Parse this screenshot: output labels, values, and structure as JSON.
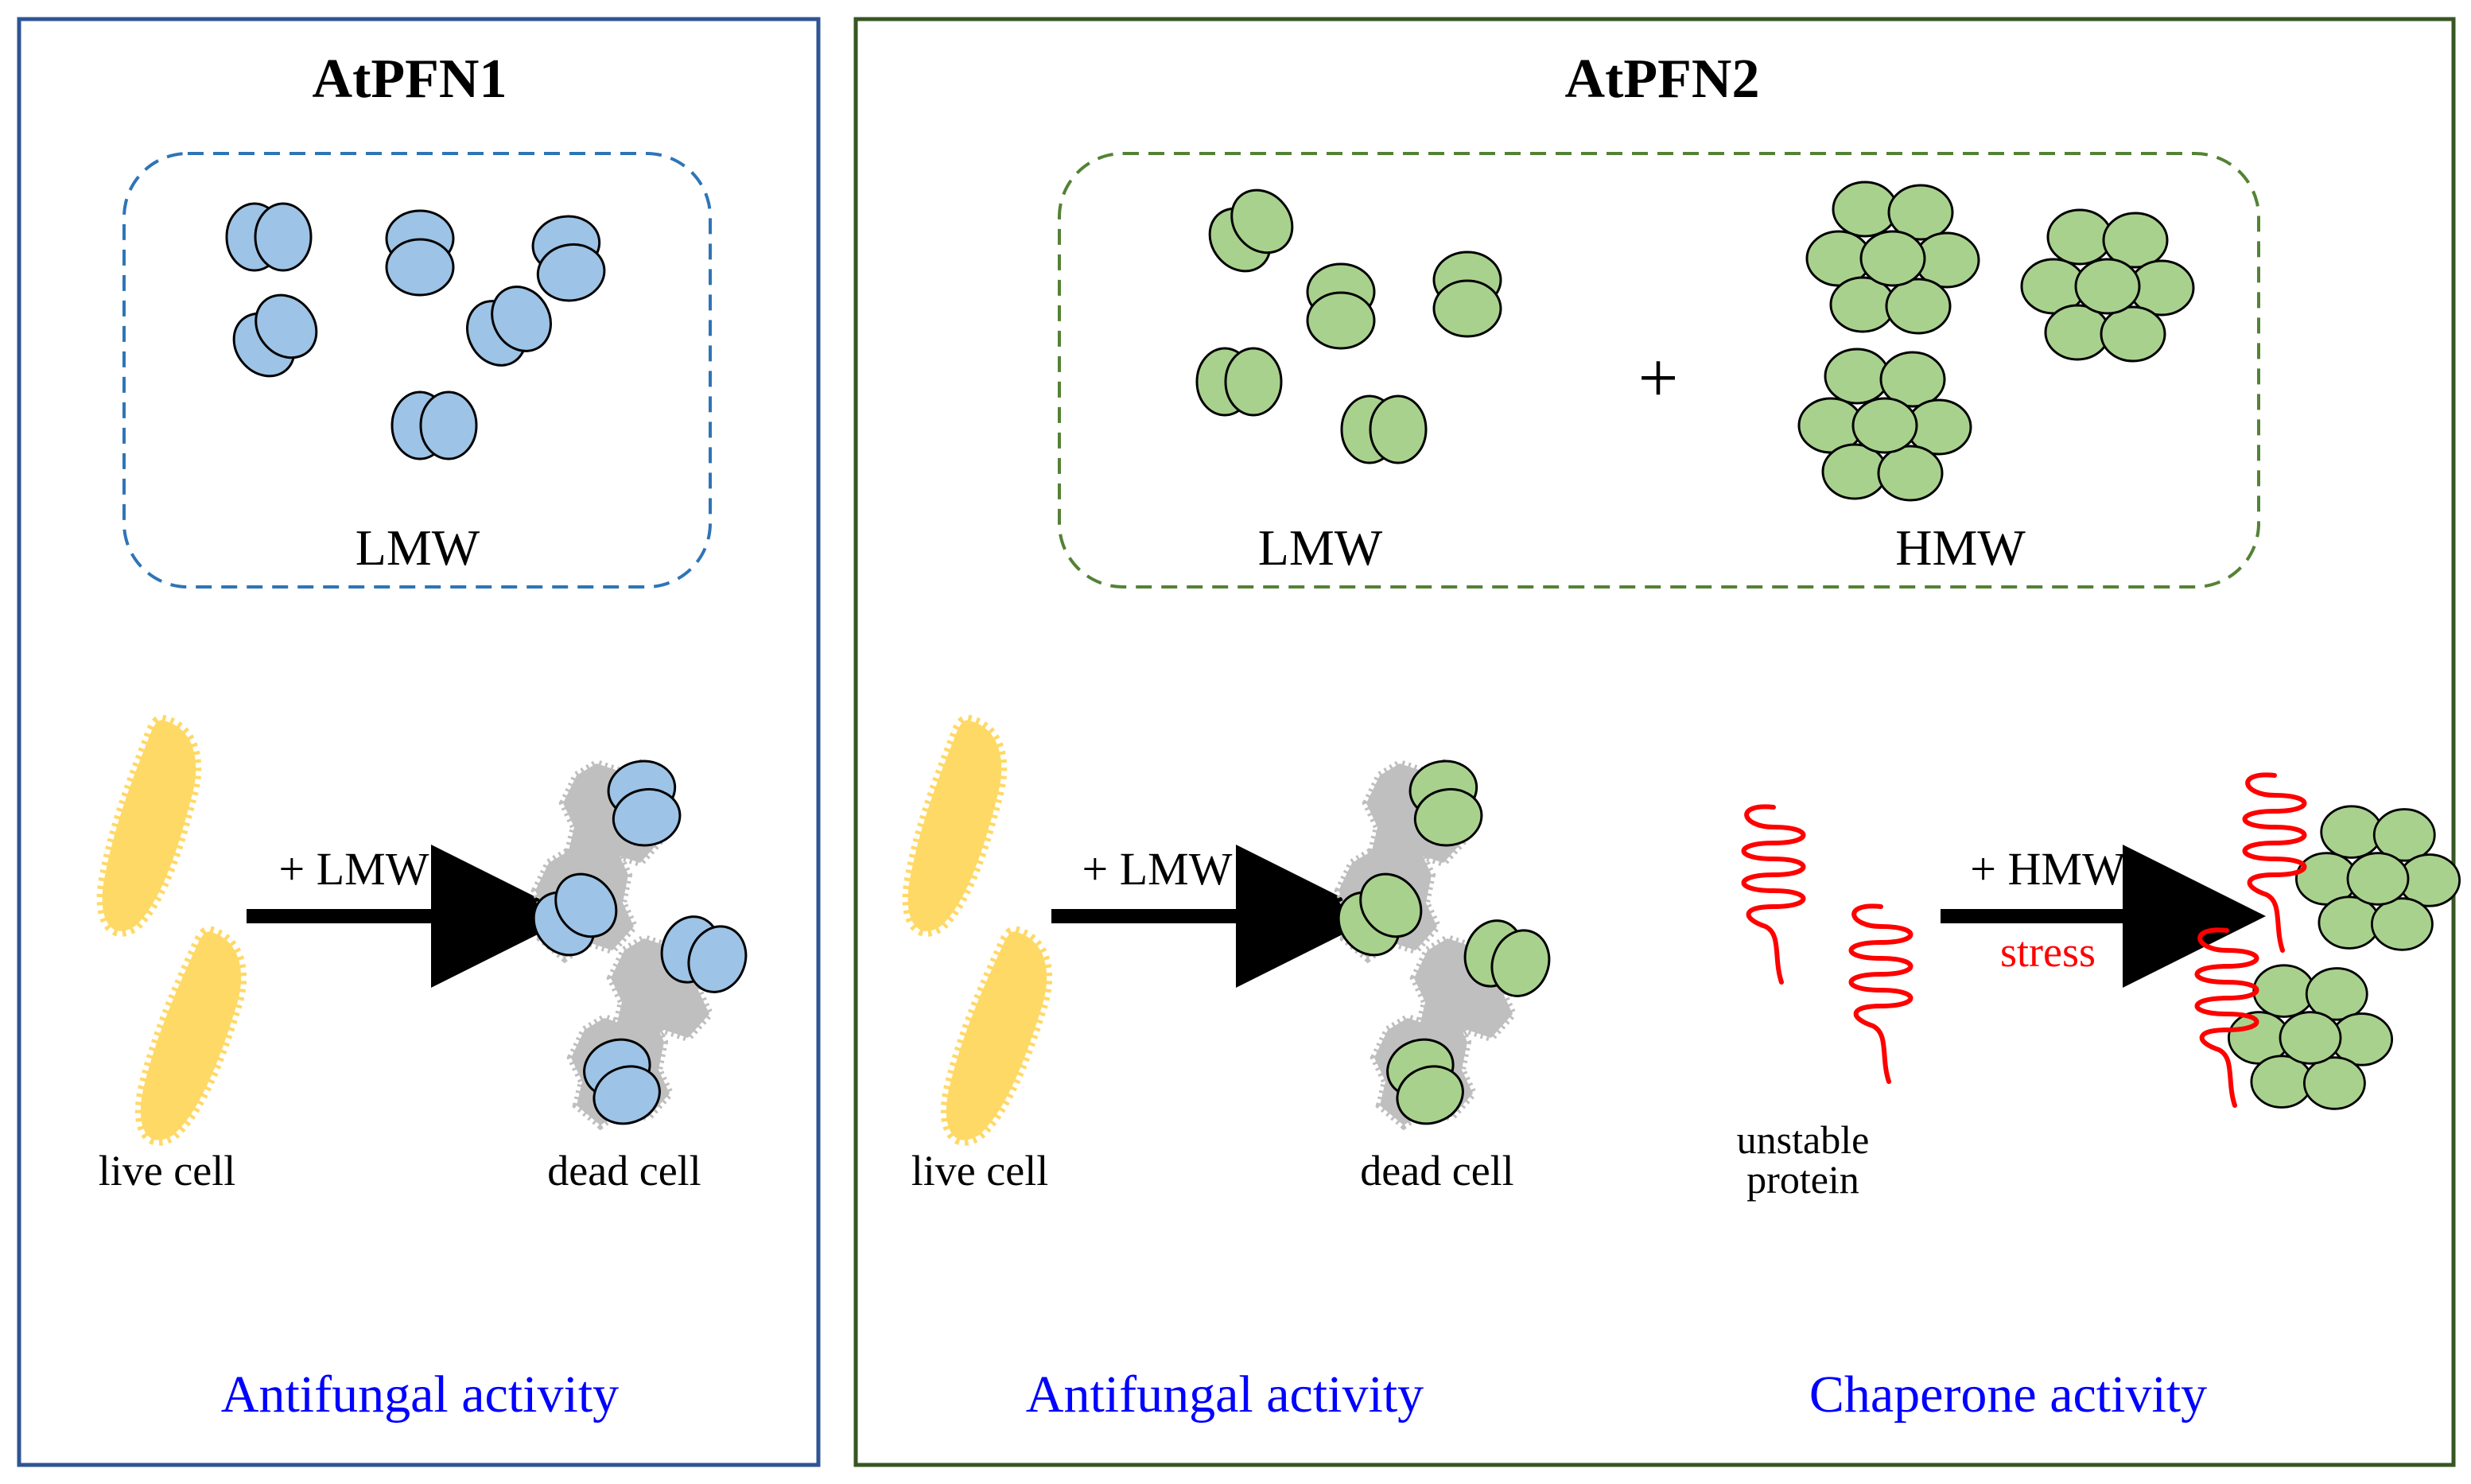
{
  "panels": {
    "left": {
      "title": "AtPFN1",
      "lmw_label": "LMW",
      "arrow_label": "+ LMW",
      "live_label": "live cell",
      "dead_label": "dead cell",
      "activity": "Antifungal activity"
    },
    "right": {
      "title": "AtPFN2",
      "lmw_label": "LMW",
      "plus": "+",
      "hmw_label": "HMW",
      "arrow_label": "+ LMW",
      "live_label": "live cell",
      "dead_label": "dead cell",
      "activity1": "Antifungal activity",
      "protein_label_1": "unstable",
      "protein_label_2": "protein",
      "arrow2_label": "+ HMW",
      "stress_label": "stress",
      "activity2": "Chaperone activity"
    }
  },
  "colors": {
    "left_border": "#2f5496",
    "left_dashed": "#2e75b6",
    "right_border": "#375623",
    "right_dashed": "#548235",
    "blue_fill": "#9dc3e6",
    "green_fill": "#a9d18e",
    "cell_fill": "#ffd966",
    "dead_fill": "#bfbfbf",
    "protein": "#ff0000",
    "activity_text": "#0000ff"
  }
}
